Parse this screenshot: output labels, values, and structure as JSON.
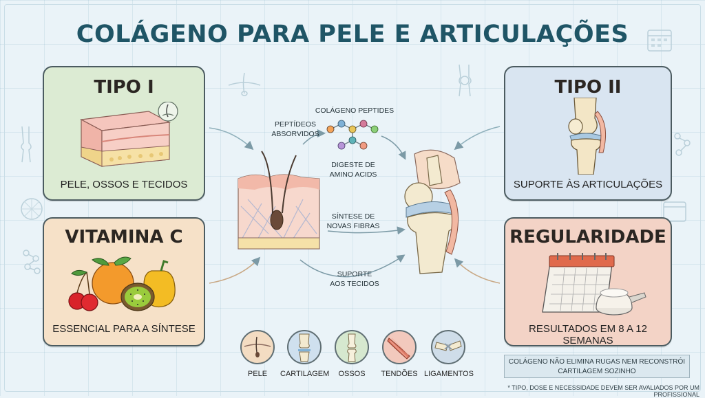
{
  "title": "COLÁGENO PARA PELE E ARTICULAÇÕES",
  "cards": {
    "tipo1": {
      "heading": "TIPO I",
      "caption": "PELE, OSSOS E TECIDOS"
    },
    "tipo2": {
      "heading": "TIPO II",
      "caption": "SUPORTE ÀS ARTICULAÇÕES"
    },
    "vitc": {
      "heading": "VITAMINA C",
      "caption": "ESSENCIAL PARA A SÍNTESE"
    },
    "regular": {
      "heading": "REGULARIDADE",
      "caption": "RESULTADOS EM 8 A 12 SEMANAS"
    }
  },
  "center_labels": {
    "peptides_absorbed_1": "PEPTÍDEOS",
    "peptides_absorbed_2": "ABSORVIDOS",
    "collagen_peptides": "COLÁGENO PEPTIDES",
    "digest_1": "DIGESTE DE",
    "digest_2": "AMINO ACIDS",
    "synthesis_1": "SÍNTESE DE",
    "synthesis_2": "NOVAS FIBRAS",
    "support_1": "SUPORTE",
    "support_2": "AOS TECIDOS"
  },
  "bottom_icons": [
    {
      "label": "PELE",
      "icon": "skin-icon",
      "color": "#f3dcc2"
    },
    {
      "label": "CARTILAGEM",
      "icon": "cartilage-icon",
      "color": "#cfe0ee"
    },
    {
      "label": "OSSOS",
      "icon": "bone-icon",
      "color": "#d6e8cf"
    },
    {
      "label": "TENDÕES",
      "icon": "tendon-icon",
      "color": "#f2c9bd"
    },
    {
      "label": "LIGAMENTOS",
      "icon": "ligament-icon",
      "color": "#cfdde9"
    }
  ],
  "note": {
    "line1": "COLÁGENO NÃO ELIMINA RUGAS NEM RECONSTRÓI",
    "line2": "CARTILAGEM SOZINHO"
  },
  "footnote": "* TIPO, DOSE E NECESSIDADE DEVEM SER AVALIADOS POR UM PROFISSIONAL",
  "colors": {
    "tipo1_bg": "#dcebd3",
    "tipo2_bg": "#d9e5f1",
    "vitc_bg": "#f6e1c8",
    "regular_bg": "#f3d3c6",
    "title": "#1f5566"
  }
}
